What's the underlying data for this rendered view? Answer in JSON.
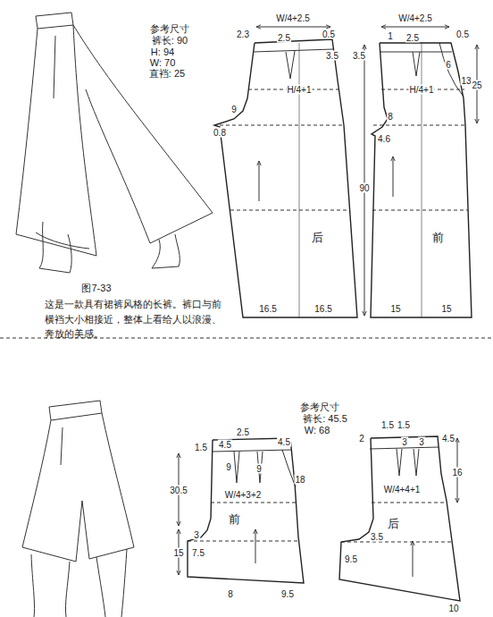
{
  "diagram": {
    "caption": "这是一款具有裙裤风格的长裤。裤口与前横裆大小相接近，整体上看给人以浪漫、奔放的美感。",
    "nodes": [
      {
        "text": [
          "后"
        ]
      },
      {
        "text": [
          "前"
        ]
      },
      {
        "text": [
          "前"
        ]
      },
      {
        "text": [
          "后"
        ]
      }
    ],
    "labels": [
      "参考尺寸",
      "裤长: 90",
      "H: 94",
      "W: 70",
      "直裆: 25",
      "W/4+2.5",
      "2.3",
      "2.5",
      "0.5",
      "3.5",
      "H/4+1",
      "9",
      "0.8",
      "16.5",
      "16.5",
      "W/4+2.5",
      "1",
      "2.5",
      "0.5",
      "3.5",
      "H/4+1",
      "6",
      "13",
      "25",
      "8",
      "4.6",
      "90",
      "15",
      "15",
      "图7-33",
      "参考尺寸",
      "裤长: 45.5",
      "W: 68",
      "2.5",
      "1.5",
      "4.5",
      "4.5",
      "9",
      "9",
      "18",
      "W/4+3+2",
      "30.5",
      "15",
      "3",
      "7.5",
      "8",
      "9.5",
      "1.5",
      "1.5",
      "2",
      "4.5",
      "3",
      "3",
      "16",
      "W/4+4+1",
      "3.5",
      "9.5",
      "10"
    ]
  }
}
